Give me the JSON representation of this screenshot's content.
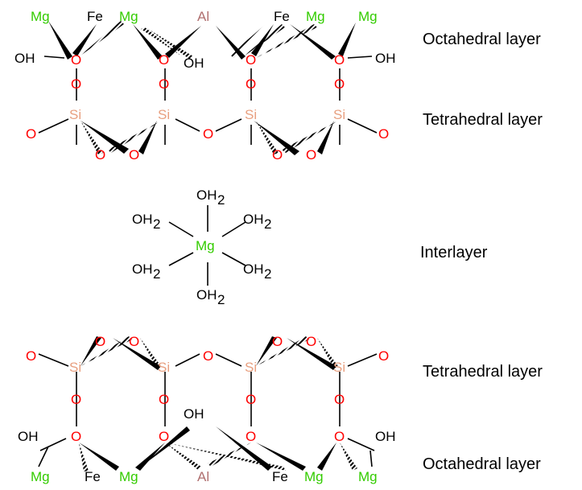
{
  "layer_labels": {
    "octahedral_top": "Octahedral layer",
    "tetrahedral_top": "Tetrahedral layer",
    "interlayer": "Interlayer",
    "tetrahedral_bottom": "Tetrahedral layer",
    "octahedral_bottom": "Octahedral layer"
  },
  "atoms": {
    "mg": "Mg",
    "fe": "Fe",
    "al": "Al",
    "si": "Si",
    "o": "O",
    "oh": "OH",
    "h2o": "OH",
    "subscript_2": "2"
  },
  "colors": {
    "mg": "#33cc00",
    "fe": "#000000",
    "al": "#b07070",
    "si": "#e8a080",
    "o": "#ff0000",
    "bond": "#000000"
  }
}
